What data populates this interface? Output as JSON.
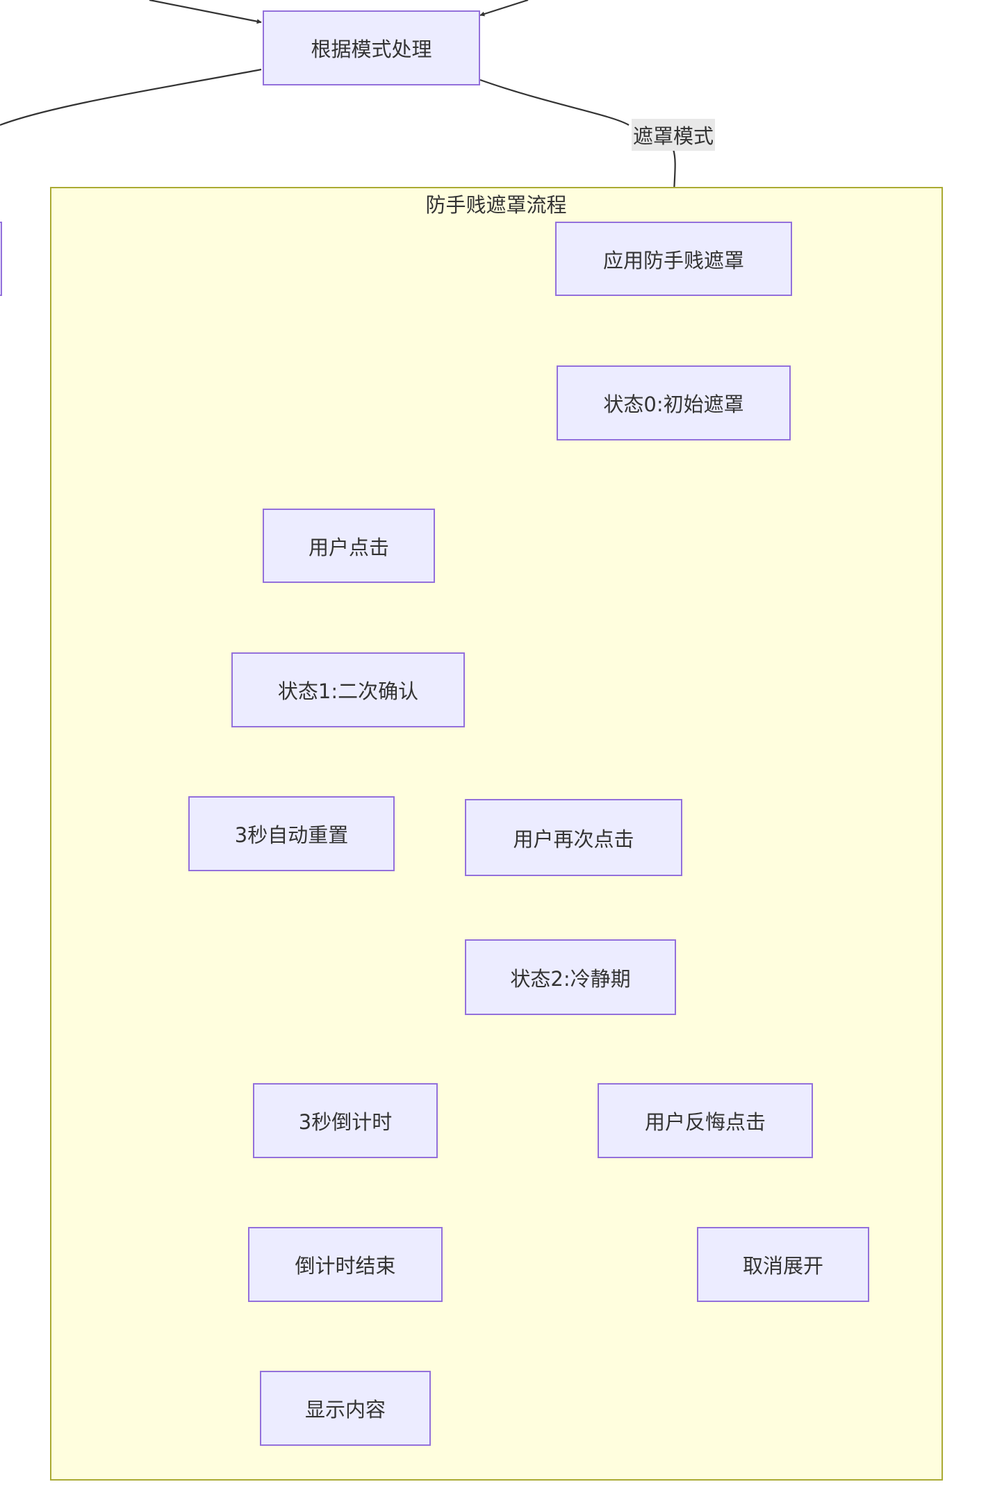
{
  "diagram": {
    "type": "flowchart",
    "colors": {
      "node_fill": "#ececff",
      "node_border": "#9370db",
      "subgraph_fill": "#fffede",
      "subgraph_border": "#aaaa33",
      "edge": "#333333",
      "text": "#333333",
      "edge_label_bg": "#e8e8e8"
    },
    "subgraph": {
      "id": "anti_misclick",
      "title": "防手贱遮罩流程"
    },
    "nodes": [
      {
        "id": "process_by_mode",
        "label": "根据模式处理"
      },
      {
        "id": "offscreen_left",
        "label": ""
      },
      {
        "id": "apply_mask",
        "label": "应用防手贱遮罩"
      },
      {
        "id": "state0",
        "label": "状态0:初始遮罩"
      },
      {
        "id": "user_click",
        "label": "用户点击"
      },
      {
        "id": "state1",
        "label": "状态1:二次确认"
      },
      {
        "id": "auto_reset",
        "label": "3秒自动重置"
      },
      {
        "id": "user_click_again",
        "label": "用户再次点击"
      },
      {
        "id": "state2",
        "label": "状态2:冷静期"
      },
      {
        "id": "countdown",
        "label": "3秒倒计时"
      },
      {
        "id": "user_regret",
        "label": "用户反悔点击"
      },
      {
        "id": "countdown_end",
        "label": "倒计时结束"
      },
      {
        "id": "cancel_expand",
        "label": "取消展开"
      },
      {
        "id": "show_content",
        "label": "显示内容"
      }
    ],
    "edges": [
      {
        "from": "(offscreen)",
        "to": "process_by_mode",
        "label": ""
      },
      {
        "from": "(offscreen)",
        "to": "process_by_mode",
        "label": ""
      },
      {
        "from": "process_by_mode",
        "to": "(offscreen)",
        "label": ""
      },
      {
        "from": "process_by_mode",
        "to": "apply_mask",
        "label": "遮罩模式"
      },
      {
        "from": "apply_mask",
        "to": "state0",
        "label": ""
      },
      {
        "from": "state0",
        "to": "user_click",
        "label": ""
      },
      {
        "from": "user_click",
        "to": "state1",
        "label": ""
      },
      {
        "from": "state1",
        "to": "auto_reset",
        "label": ""
      },
      {
        "from": "state1",
        "to": "user_click_again",
        "label": ""
      },
      {
        "from": "auto_reset",
        "to": "state0",
        "label": ""
      },
      {
        "from": "user_click_again",
        "to": "state2",
        "label": ""
      },
      {
        "from": "state2",
        "to": "countdown",
        "label": ""
      },
      {
        "from": "state2",
        "to": "user_regret",
        "label": ""
      },
      {
        "from": "countdown",
        "to": "countdown_end",
        "label": ""
      },
      {
        "from": "countdown_end",
        "to": "show_content",
        "label": ""
      },
      {
        "from": "user_regret",
        "to": "cancel_expand",
        "label": ""
      },
      {
        "from": "cancel_expand",
        "to": "state0",
        "label": ""
      }
    ],
    "edge_label_mask_mode": "遮罩模式"
  }
}
